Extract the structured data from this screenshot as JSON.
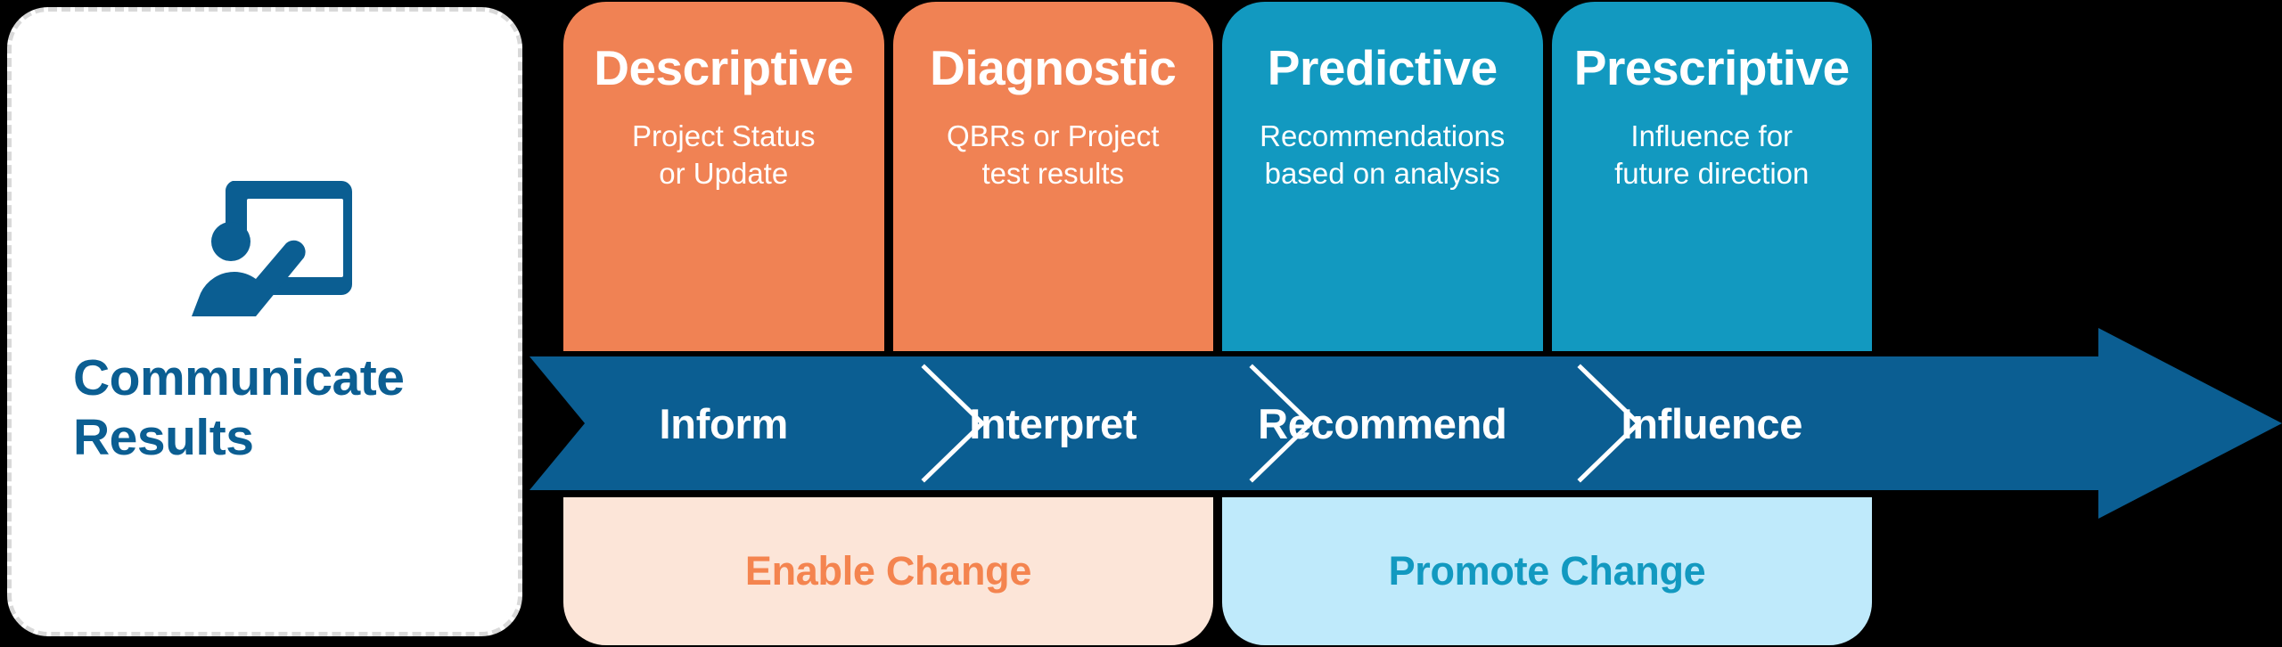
{
  "left_card": {
    "icon": "presentation-board-person-icon",
    "title_line1": "Communicate",
    "title_line2": "Results",
    "title_color": "#0B5E92",
    "border_style": "dashed",
    "background": "#FFFFFF"
  },
  "cards": [
    {
      "title": "Descriptive",
      "desc_line1": "Project Status",
      "desc_line2": "or Update",
      "color": "#F08254",
      "tone": "orange"
    },
    {
      "title": "Diagnostic",
      "desc_line1": "QBRs or Project",
      "desc_line2": "test results",
      "color": "#F08254",
      "tone": "orange"
    },
    {
      "title": "Predictive",
      "desc_line1": "Recommendations",
      "desc_line2": "based on analysis",
      "color": "#1299C0",
      "tone": "teal"
    },
    {
      "title": "Prescriptive",
      "desc_line1": "Influence for",
      "desc_line2": "future direction",
      "color": "#1299C0",
      "tone": "teal"
    }
  ],
  "arrow_band": {
    "color": "#0B5E92",
    "separator_color": "#FFFFFF",
    "steps": [
      {
        "label": "Inform"
      },
      {
        "label": "Interpret"
      },
      {
        "label": "Recommend"
      },
      {
        "label": "Influence"
      }
    ]
  },
  "change_bars": [
    {
      "label": "Enable Change",
      "background": "#FCE5D8",
      "text_color": "#F4844F"
    },
    {
      "label": "Promote Change",
      "background": "#BFEAFB",
      "text_color": "#1299C0"
    }
  ]
}
